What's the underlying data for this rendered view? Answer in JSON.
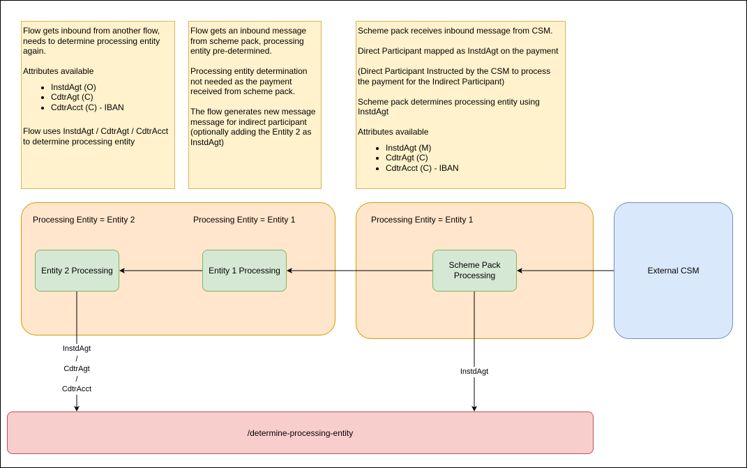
{
  "notes": {
    "inbound_flow": {
      "line1": "Flow gets inbound from another flow, needs to determine processing entity again.",
      "attributes_heading": "Attributes available",
      "attributes": [
        "InstdAgt (O)",
        "CdtrAgt (C)",
        "CdtrAcct (C) - IBAN"
      ],
      "footer": "Flow uses InstdAgt / CdtrAgt / CdtrAcct to determine processing entity"
    },
    "scheme_pack_inbound": {
      "para1": "Flow gets an inbound message from scheme pack, processing entity pre-determined.",
      "para2": "Processing entity determination not needed as the payment received from scheme pack.",
      "para3": "The flow generates new message message for indirect participant (optionally adding the Entity 2 as InstdAgt)"
    },
    "csm_inbound": {
      "para1": "Scheme pack receives inbound message from CSM.",
      "para2": "Direct Participant mapped as InstdAgt on the payment",
      "para3": "(Direct Participant Instructed by the CSM to process the payment for the Indirect Participant)",
      "para4": "Scheme pack determines processing entity using InstdAgt",
      "attributes_heading": "Attributes available",
      "attributes": [
        "InstdAgt (M)",
        "CdtrAgt (C)",
        "CdtrAcct (C) - IBAN"
      ]
    }
  },
  "groups": {
    "left": {
      "label_entity2": "Processing Entity = Entity 2",
      "label_entity1": "Processing Entity = Entity 1"
    },
    "right": {
      "label": "Processing Entity = Entity 1"
    }
  },
  "nodes": {
    "entity2": "Entity 2 Processing",
    "entity1": "Entity 1 Processing",
    "scheme_pack": "Scheme Pack Processing",
    "external_csm": "External CSM",
    "endpoint": "/determine-processing-entity"
  },
  "edges": {
    "entity2_to_endpoint": [
      "InstdAgt",
      "/",
      "CdtrAgt",
      "/",
      "CdtrAcct"
    ],
    "scheme_to_endpoint": "InstdAgt"
  },
  "colors": {
    "note_fill": "#fff2cc",
    "note_stroke": "#d6b656",
    "group_fill": "#ffe6cc",
    "group_stroke": "#d79b00",
    "process_fill": "#d5e8d4",
    "process_stroke": "#82b366",
    "csm_fill": "#dae8fc",
    "csm_stroke": "#6c8ebf",
    "endpoint_fill": "#f8cecc",
    "endpoint_stroke": "#b85450"
  }
}
